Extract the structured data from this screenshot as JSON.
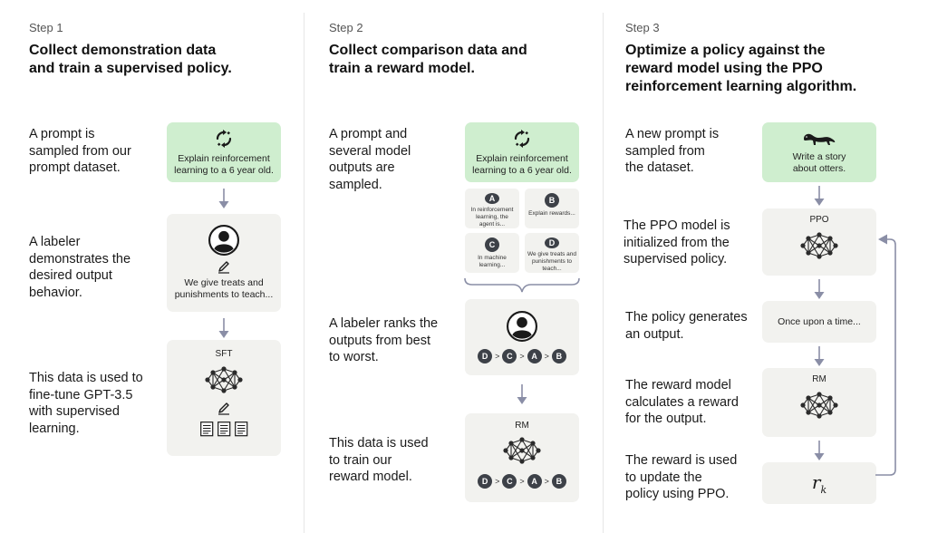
{
  "colors": {
    "prompt_box": "#cfeecf",
    "step_box": "#f2f2ef",
    "arrow": "#8a8ea6",
    "badge": "#3d4148"
  },
  "step1": {
    "label": "Step 1",
    "title_line1": "Collect demonstration data",
    "title_line2": "and train a supervised policy.",
    "desc1": [
      "A prompt is",
      "sampled from our",
      "prompt dataset."
    ],
    "desc2": [
      "A labeler",
      "demonstrates the",
      "desired output",
      "behavior."
    ],
    "desc3": [
      "This data is used to",
      "fine-tune GPT-3.5",
      "with supervised",
      "learning."
    ],
    "prompt_lines": [
      "Explain reinforcement",
      "learning to a 6 year old."
    ],
    "demo_lines": [
      "We give treats and",
      "punishments to teach..."
    ],
    "model_label": "SFT",
    "icons": [
      "refresh-icon",
      "person-icon",
      "pencil-icon",
      "neural-network-icon",
      "document-icon"
    ]
  },
  "step2": {
    "label": "Step 2",
    "title_line1": "Collect comparison data and",
    "title_line2": "train a reward model.",
    "desc1": [
      "A prompt and",
      "several model",
      "outputs are",
      "sampled."
    ],
    "desc2": [
      "A labeler ranks the",
      "outputs from best",
      "to worst."
    ],
    "desc3": [
      "This data is used",
      "to train our",
      "reward model."
    ],
    "prompt_lines": [
      "Explain reinforcement",
      "learning to a 6 year old."
    ],
    "outputs": [
      {
        "badge": "A",
        "lines": [
          "In reinforcement",
          "learning, the",
          "agent is..."
        ]
      },
      {
        "badge": "B",
        "lines": [
          "Explain rewards..."
        ]
      },
      {
        "badge": "C",
        "lines": [
          "In machine",
          "learning..."
        ]
      },
      {
        "badge": "D",
        "lines": [
          "We give treats and",
          "punishments to",
          "teach..."
        ]
      }
    ],
    "ranking": [
      "D",
      "C",
      "A",
      "B"
    ],
    "rank_sep": ">",
    "model_label": "RM"
  },
  "step3": {
    "label": "Step 3",
    "title_line1": "Optimize a policy against the",
    "title_line2": "reward model using the PPO",
    "title_line3": "reinforcement learning algorithm.",
    "desc1": [
      "A new prompt is",
      "sampled from",
      "the dataset."
    ],
    "desc2": [
      "The PPO model is",
      "initialized from the",
      "supervised policy."
    ],
    "desc3": [
      "The policy generates",
      "an output."
    ],
    "desc4": [
      "The reward model",
      "calculates a reward",
      "for the output."
    ],
    "desc5": [
      "The reward is used",
      "to update the",
      "policy using PPO."
    ],
    "prompt_lines": [
      "Write a story",
      "about otters."
    ],
    "ppo_label": "PPO",
    "output_text": "Once upon a time...",
    "rm_label": "RM",
    "reward_symbol": "r",
    "reward_sub": "k",
    "icons": [
      "otter-icon",
      "neural-network-icon"
    ]
  }
}
